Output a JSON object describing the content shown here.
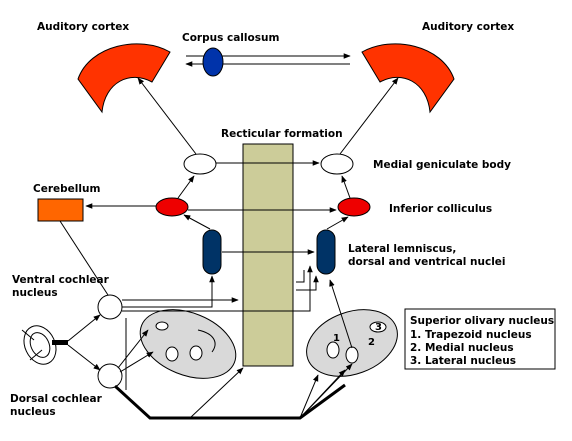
{
  "labels": {
    "auditory_cortex_left": "Auditory cortex",
    "auditory_cortex_right": "Auditory cortex",
    "corpus_callosum": "Corpus callosum",
    "recticular_formation": "Recticular formation",
    "medial_geniculate_body": "Medial geniculate body",
    "cerebellum": "Cerebellum",
    "inferior_colliculus": "Inferior colliculus",
    "lateral_lemniscus_line1": "Lateral lemniscus,",
    "lateral_lemniscus_line2": "dorsal and ventrical nuclei",
    "ventral_cochlear_line1": "Ventral cochlear",
    "ventral_cochlear_line2": "nucleus",
    "dorsal_cochlear_line1": "Dorsal cochlear",
    "dorsal_cochlear_line2": "nucleus",
    "superior_olivary_title": "Superior olivary nucleus",
    "superior_olivary_item1": "1. Trapezoid nucleus",
    "superior_olivary_item2": "2. Medial nucleus",
    "superior_olivary_item3": "3. Lateral nucleus",
    "olive_num_1": "1",
    "olive_num_2": "2",
    "olive_num_3": "3"
  },
  "colors": {
    "cortex": "#ff3300",
    "colliculus": "#ee0000",
    "cerebellum": "#ff6600",
    "lemniscus": "#003366",
    "callosum": "#0033aa",
    "formation": "#cccc99",
    "olive": "#d9d9d9"
  }
}
